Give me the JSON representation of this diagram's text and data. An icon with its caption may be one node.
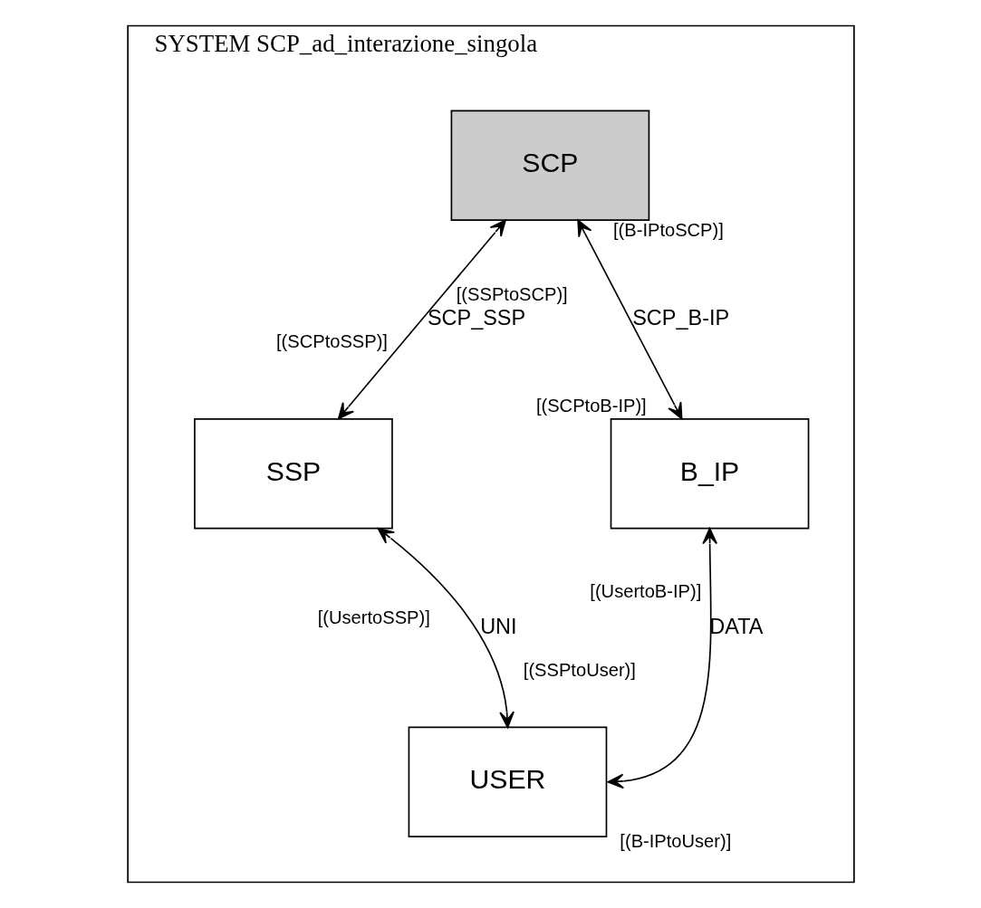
{
  "diagram": {
    "nodes": [
      {
        "text": [
          "SYSTEM SCP_ad_interazione_singola"
        ]
      },
      {
        "text": [
          "SCP"
        ],
        "in": 0
      },
      {
        "text": [
          "B_IP"
        ],
        "in": 0
      },
      {
        "text": [
          "SSP"
        ],
        "in": 0
      },
      {
        "text": [
          "USER"
        ],
        "in": 0
      }
    ],
    "edges": [
      {
        "from": 1,
        "to": 2,
        "arrow": "both",
        "label": "SCP_B-IP"
      },
      {
        "from": 1,
        "to": 3,
        "arrow": "both",
        "label": "SCP_SSP"
      },
      {
        "from": 3,
        "to": 4,
        "arrow": "both",
        "label": "UNI"
      },
      {
        "from": 2,
        "to": 4,
        "arrow": "both",
        "label": "DATA"
      }
    ],
    "labels": [
      "[(B-IPtoSCP)]",
      "[(SSPtoSCP)]",
      "[(SCPtoB-IP)]",
      "[(SCPtoSSP)]",
      "[(UsertoB-IP)]",
      "[(UsertoSSP)]",
      "[(SSPtoUser)]",
      "[(B-IPtoUser)]"
    ]
  }
}
